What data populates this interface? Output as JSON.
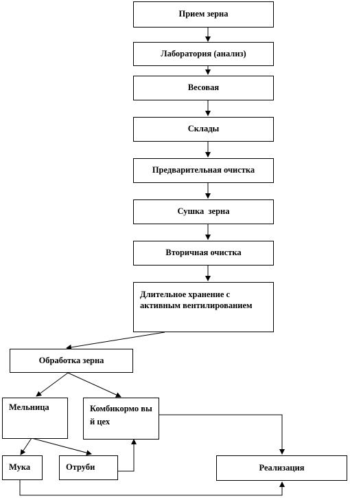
{
  "nodes": {
    "grain_intake": "Прием зерна",
    "laboratory": "Лаборатория (анализ)",
    "weighing": "Весовая",
    "warehouses": "Склады",
    "pre_cleaning": "Предварительная очистка",
    "drying": "Сушка  зерна",
    "secondary_cleaning": "Вторичная очистка",
    "long_storage": "Длительное хранение с активным вентилированием",
    "grain_processing": "Обработка зерна",
    "mill": "Мельница",
    "feed_mill": "Комбикормо вый цех",
    "flour": "Мука",
    "bran": "Отруби",
    "sales": "Реализация"
  }
}
